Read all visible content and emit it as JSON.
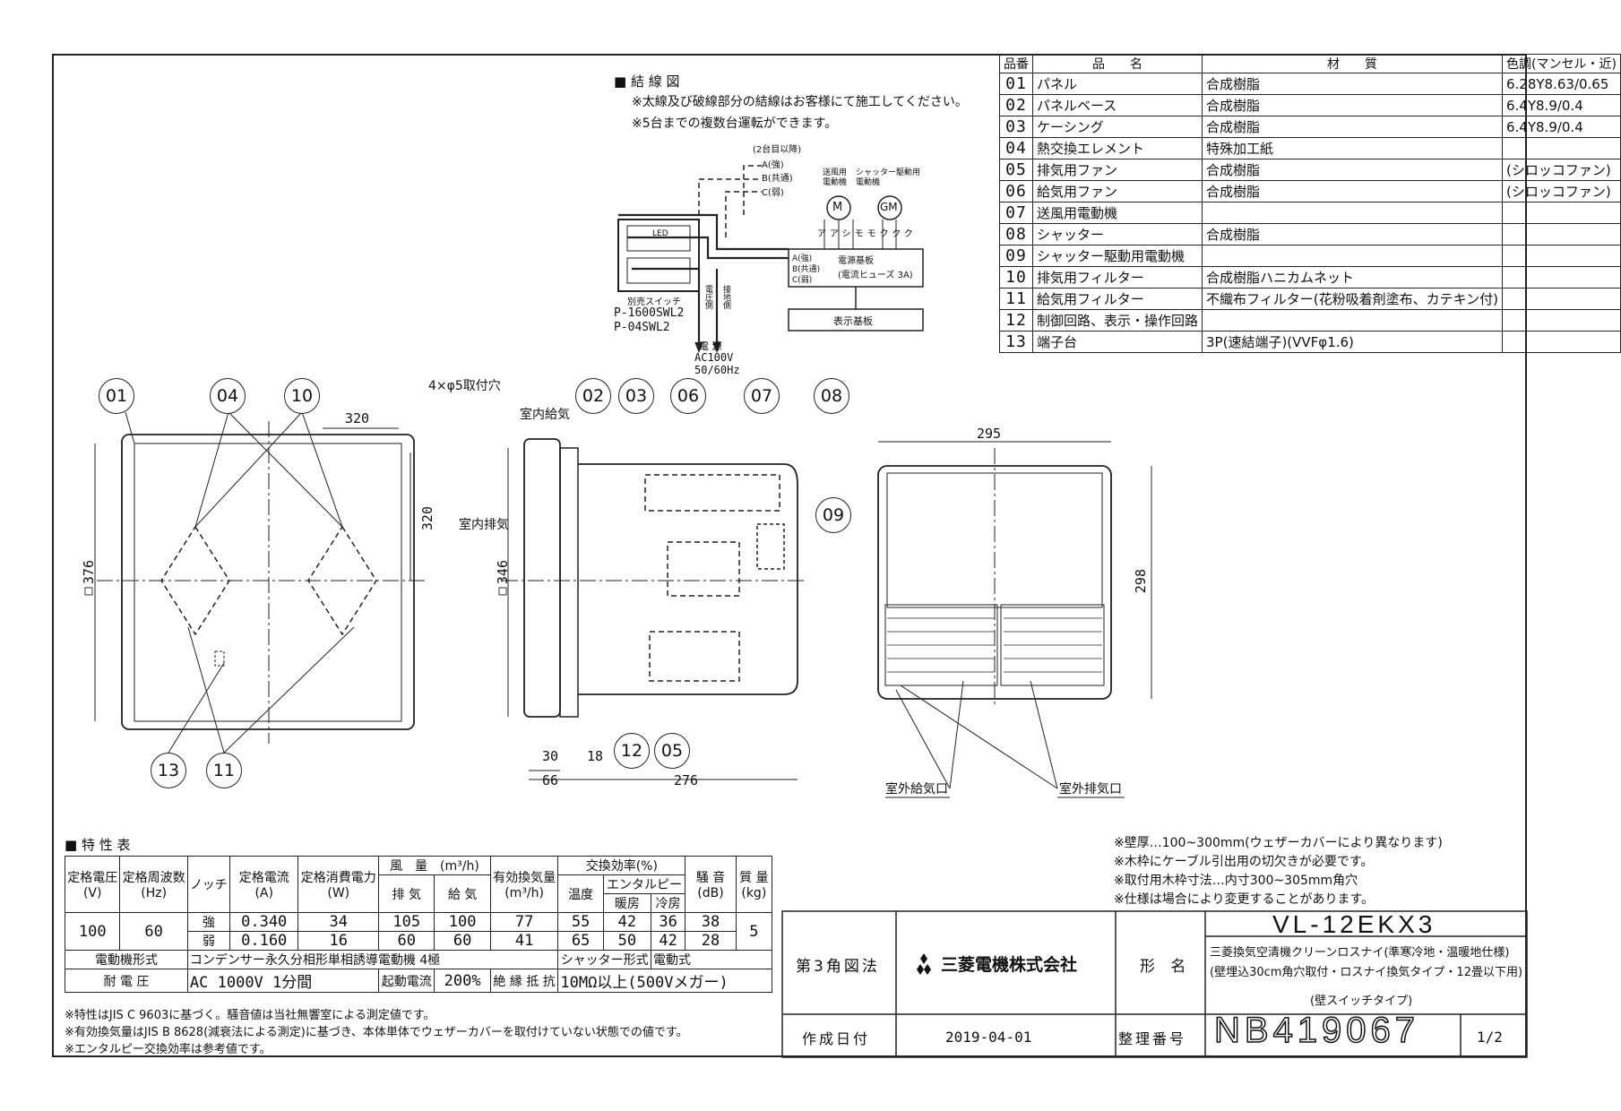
{
  "wiring": {
    "heading": "■ 結 線 図",
    "note1": "※太線及び破線部分の結線はお客様にて施工してください。",
    "note2": "※5台までの複数台運転ができます。",
    "from_second": "(2台目以降)",
    "term_a": "A(強)",
    "term_b": "B(共通)",
    "term_c": "C(弱)",
    "fan_motor": "送風用\n電動機",
    "shutter_motor": "シャッター駆動用\n電動機",
    "m_label": "M",
    "gm_label": "GM",
    "wire_colors": "アアシモモククク",
    "board_title": "電源基板",
    "board_fuse": "(電流ヒューズ 3A)",
    "board_a": "A(強)",
    "board_b": "B(共通)",
    "board_c": "C(弱)",
    "display_board": "表示基板",
    "switch_label": "別売スイッチ",
    "switch_led": "LED",
    "switch_model1": "P-1600SWL2",
    "switch_model2": "P-04SWL2",
    "voltage_side": "電圧側",
    "ground_side": "接地側",
    "power": "電 源",
    "power_v": "AC100V",
    "power_hz": "50/60Hz"
  },
  "parts": {
    "headers": [
      "品番",
      "品　　名",
      "材　　質",
      "色調(マンセル・近)"
    ],
    "rows": [
      {
        "no": "01",
        "name": "パネル",
        "material": "合成樹脂",
        "color": "6.28Y8.63/0.65"
      },
      {
        "no": "02",
        "name": "パネルベース",
        "material": "合成樹脂",
        "color": "6.4Y8.9/0.4"
      },
      {
        "no": "03",
        "name": "ケーシング",
        "material": "合成樹脂",
        "color": "6.4Y8.9/0.4"
      },
      {
        "no": "04",
        "name": "熱交換エレメント",
        "material": "特殊加工紙",
        "color": ""
      },
      {
        "no": "05",
        "name": "排気用ファン",
        "material": "合成樹脂",
        "color": "(シロッコファン)"
      },
      {
        "no": "06",
        "name": "給気用ファン",
        "material": "合成樹脂",
        "color": "(シロッコファン)"
      },
      {
        "no": "07",
        "name": "送風用電動機",
        "material": "",
        "color": ""
      },
      {
        "no": "08",
        "name": "シャッター",
        "material": "合成樹脂",
        "color": ""
      },
      {
        "no": "09",
        "name": "シャッター駆動用電動機",
        "material": "",
        "color": ""
      },
      {
        "no": "10",
        "name": "排気用フィルター",
        "material": "合成樹脂ハニカムネット",
        "color": ""
      },
      {
        "no": "11",
        "name": "給気用フィルター",
        "material": "不織布フィルター(花粉吸着剤塗布、カテキン付)",
        "color": ""
      },
      {
        "no": "12",
        "name": "制御回路、表示・操作回路",
        "material": "",
        "color": ""
      },
      {
        "no": "13",
        "name": "端子台",
        "material": "3P(速結端子)(VVFφ1.6)",
        "color": ""
      }
    ]
  },
  "views": {
    "mount_holes": "4×φ5取付穴",
    "dim_320_h": "320",
    "dim_320_v": "320",
    "dim_376": "□376",
    "dim_346": "□346",
    "dim_30": "30",
    "dim_18": "18",
    "dim_66": "66",
    "dim_276": "276",
    "dim_295": "295",
    "dim_298": "298",
    "indoor_supply": "室内給気",
    "indoor_exhaust": "室内排気",
    "outdoor_supply": "室外給気口",
    "outdoor_exhaust": "室外排気口",
    "callouts_front": [
      "01",
      "04",
      "10",
      "13",
      "11"
    ],
    "callouts_side": [
      "02",
      "03",
      "06",
      "07",
      "08",
      "09",
      "12",
      "05"
    ]
  },
  "notes_right": [
    "※壁厚…100~300mm(ウェザーカバーにより異なります)",
    "※木枠にケーブル引出用の切欠きが必要です。",
    "※取付用木枠寸法…内寸300~305mm角穴",
    "※仕様は場合により変更することがあります。"
  ],
  "spec": {
    "heading": "■ 特 性 表",
    "h_voltage": "定格電圧",
    "h_voltage_u": "(V)",
    "h_freq": "定格周波数",
    "h_freq_u": "(Hz)",
    "h_notch": "ノッチ",
    "h_current": "定格電流",
    "h_current_u": "(A)",
    "h_power": "定格消費電力",
    "h_power_u": "(W)",
    "h_air": "風　量　(m³/h)",
    "h_exh": "排 気",
    "h_sup": "給 気",
    "h_eff": "有効換気量",
    "h_eff_u": "(m³/h)",
    "h_xeff": "交換効率(%)",
    "h_temp": "温度",
    "h_enth": "エンタルピー",
    "h_heat": "暖房",
    "h_cool": "冷房",
    "h_noise": "騒 音",
    "h_noise_u": "(dB)",
    "h_mass": "質 量",
    "h_mass_u": "(kg)",
    "voltage": "100",
    "freq": "60",
    "mass": "5",
    "rows": [
      {
        "notch": "強",
        "current": "0.340",
        "power": "34",
        "exh": "105",
        "sup": "100",
        "eff": "77",
        "temp": "55",
        "heat": "42",
        "cool": "36",
        "noise": "38"
      },
      {
        "notch": "弱",
        "current": "0.160",
        "power": "16",
        "exh": "60",
        "sup": "60",
        "eff": "41",
        "temp": "65",
        "heat": "50",
        "cool": "42",
        "noise": "28"
      }
    ],
    "motor_l": "電動機形式",
    "motor_v": "コンデンサー永久分相形単相誘導電動機 4極",
    "shutter_l": "シャッター形式",
    "shutter_v": "電動式",
    "withstand_l": "耐 電 圧",
    "withstand_v": "AC 1000V 1分間",
    "start_l": "起動電流",
    "start_v": "200%",
    "insul_l": "絶 縁 抵 抗",
    "insul_v": "10MΩ以上(500Vメガー)",
    "foot1": "※特性はJIS C 9603に基づく。騒音値は当社無響室による測定値です。",
    "foot2": "※有効換気量はJIS B 8628(減衰法による測定)に基づき、本体単体でウェザーカバーを取付けていない状態での値です。",
    "foot3": "※エンタルピー交換効率は参考値です。"
  },
  "title": {
    "projection": "第3角図法",
    "company": "三菱電機株式会社",
    "model_label": "形 名",
    "model": "VL-12EKX3",
    "desc1": "三菱換気空清機クリーンロスナイ(準寒冷地・温暖地仕様)",
    "desc2": "(壁埋込30cm角穴取付・ロスナイ換気タイプ・12畳以下用)",
    "desc3": "(壁スイッチタイプ)",
    "date_label": "作成日付",
    "date": "2019-04-01",
    "number_label": "整理番号",
    "number": "NB419067",
    "page": "1/2"
  }
}
